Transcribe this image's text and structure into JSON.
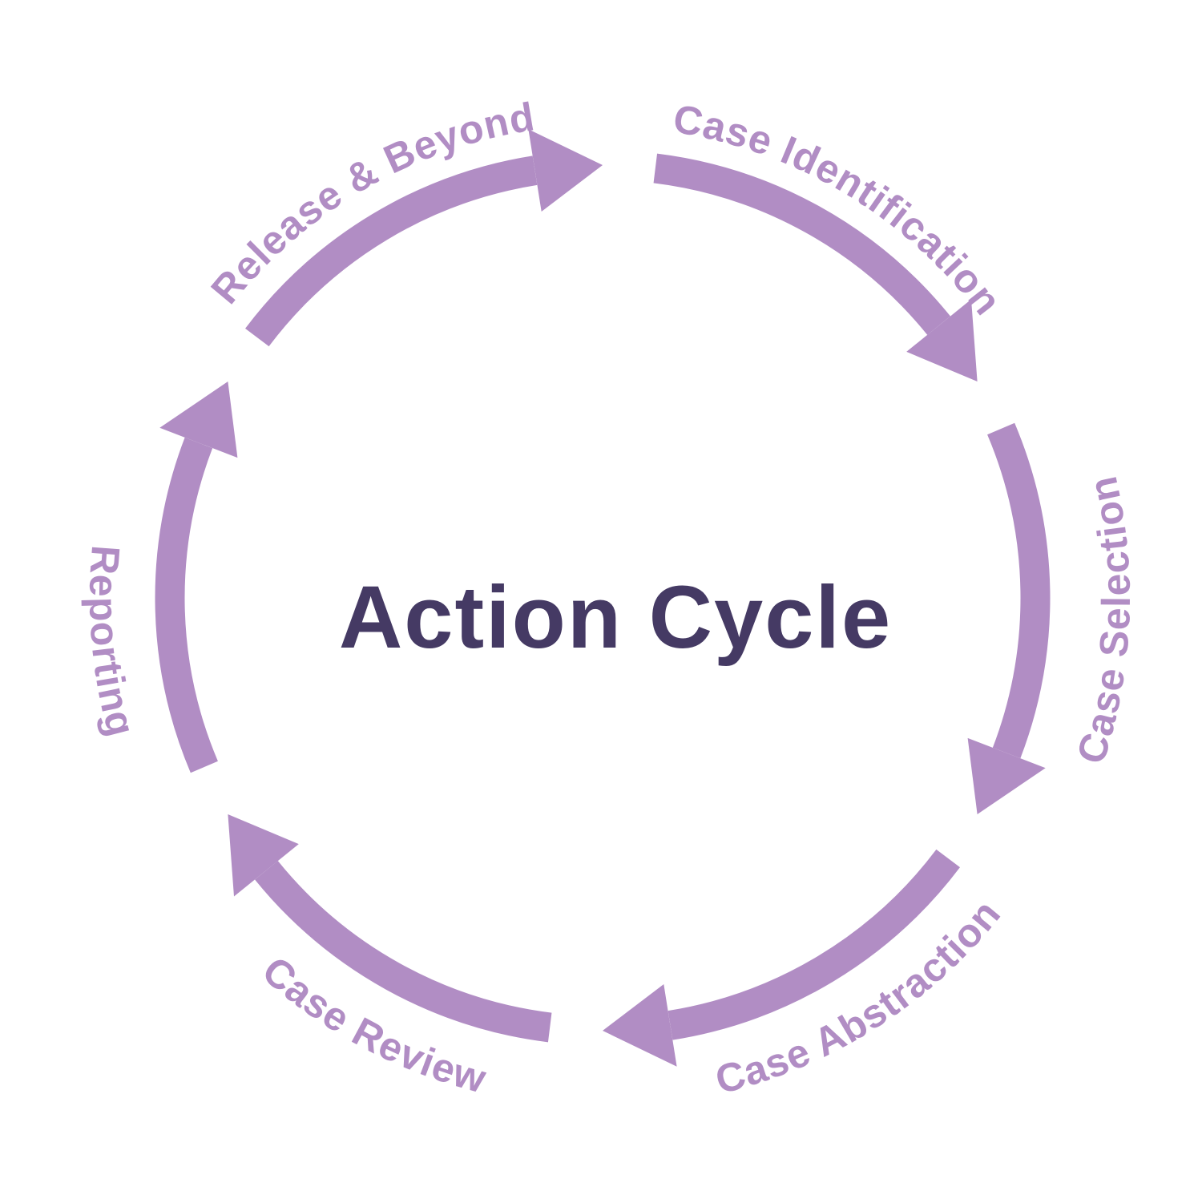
{
  "center_label": "Action Cycle",
  "diagram_type": "circular-cycle",
  "direction": "clockwise",
  "cycle": {
    "steps": [
      {
        "label": "Case Identification"
      },
      {
        "label": "Case Selection"
      },
      {
        "label": "Case Abstraction"
      },
      {
        "label": "Case Review"
      },
      {
        "label": "Reporting"
      },
      {
        "label": "Release & Beyond"
      }
    ]
  },
  "colors": {
    "background": "#ffffff",
    "arrow": "#b18dc4",
    "label": "#b18dc4",
    "title": "#453a64"
  }
}
